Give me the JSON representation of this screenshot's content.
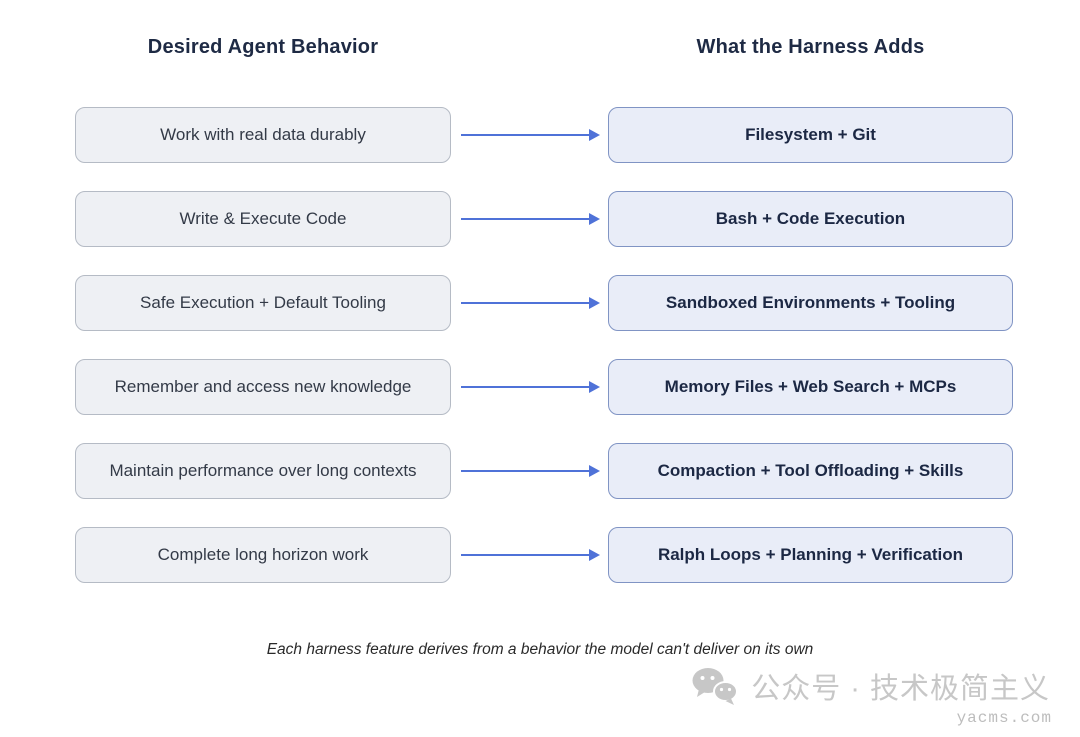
{
  "columns": {
    "left_title": "Desired Agent Behavior",
    "right_title": "What the Harness Adds"
  },
  "rows": [
    {
      "behavior": "Work with real data durably",
      "harness": "Filesystem + Git"
    },
    {
      "behavior": "Write & Execute Code",
      "harness": "Bash + Code Execution"
    },
    {
      "behavior": "Safe Execution + Default Tooling",
      "harness": "Sandboxed Environments + Tooling"
    },
    {
      "behavior": "Remember and access new knowledge",
      "harness": "Memory Files + Web Search + MCPs"
    },
    {
      "behavior": "Maintain performance over long contexts",
      "harness": "Compaction + Tool Offloading + Skills"
    },
    {
      "behavior": "Complete long horizon work",
      "harness": "Ralph Loops + Planning + Verification"
    }
  ],
  "caption": "Each harness feature derives from a behavior the model can't deliver on its own",
  "watermark": {
    "icon": "wechat-icon",
    "label": "公众号 · 技术极简主义",
    "url": "yacms.com"
  },
  "colors": {
    "arrow": "#4f72d8",
    "left_box_bg": "#eef0f4",
    "left_box_border": "#b5bbc5",
    "right_box_bg": "#e9edf8",
    "right_box_border": "#8094c4",
    "title": "#1e2a44",
    "watermark": "#c7c7c7"
  }
}
